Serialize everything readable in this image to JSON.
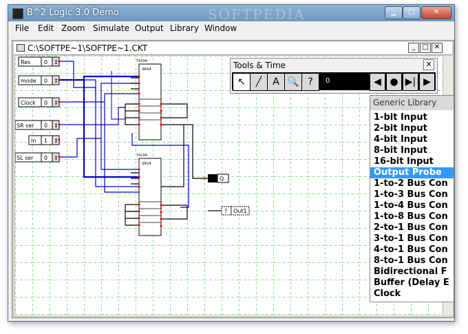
{
  "window": {
    "title": "B^2 Logic 3.0 Demo",
    "watermark": "SOFTPEDIA"
  },
  "menu": [
    "File",
    "Edit",
    "Zoom",
    "Simulate",
    "Output",
    "Library",
    "Window"
  ],
  "document": {
    "title": "C:\\SOFTPE~1\\SOFTPE~1.CKT"
  },
  "inputs": [
    {
      "label": "Res",
      "value": "0"
    },
    {
      "label": "mode",
      "value": "0"
    },
    {
      "label": "Clock",
      "value": "0"
    },
    {
      "label": "SR ser",
      "value": "0"
    },
    {
      "label": "In",
      "value": "1"
    },
    {
      "label": "SL ser",
      "value": "0"
    }
  ],
  "chips": [
    {
      "part": "74194",
      "name": "SRG4"
    },
    {
      "part": "74194",
      "name": "SRG4"
    }
  ],
  "outputs": [
    {
      "label": "Q"
    },
    {
      "label": "Out1",
      "value": "?"
    }
  ],
  "tools": {
    "title": "Tools & Time",
    "time_value": "0",
    "close": "✕"
  },
  "library": {
    "title": "Generic Library",
    "selected": "Output Probe",
    "items": [
      "1-bit Input",
      "2-bit Input",
      "4-bit Input",
      "8-bit Input",
      "16-bit Input",
      "Output Probe",
      "1-to-2 Bus Con",
      "1-to-3 Bus Con",
      "1-to-4 Bus Con",
      "1-to-8 Bus Con",
      "2-to-1 Bus Con",
      "3-to-1 Bus Con",
      "4-to-1 Bus Con",
      "8-to-1 Bus Con",
      "Bidirectional F",
      "Buffer (Delay E",
      "Clock"
    ]
  }
}
